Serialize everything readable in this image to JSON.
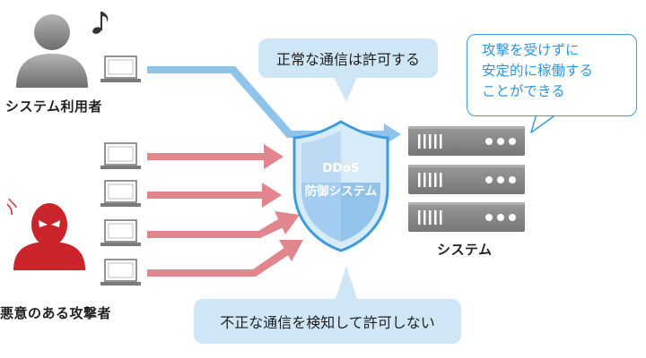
{
  "labels": {
    "system_user": "システム利用者",
    "attacker": "悪意のある攻撃者",
    "system": "システム"
  },
  "shield": {
    "line1": "DDoS",
    "line2": "防御システム"
  },
  "callouts": {
    "allow_normal": "正常な通信は許可する",
    "block_invalid": "不正な通信を検知して許可しない"
  },
  "speech": {
    "line1": "攻撃を受けずに",
    "line2": "安定的に稼働する",
    "line3": "ことができる"
  },
  "colors": {
    "normal_traffic": "#8ec3ec",
    "attack_traffic": "#e1868d",
    "shield_light": "#d8ebf8",
    "shield_mid": "#9fcaee",
    "shield_border": "#3d9be0",
    "callout_bg": "#cfe6f7",
    "user_icon": "#8a8a8a",
    "attacker_icon": "#c9252b",
    "server": "#8a8a8a"
  }
}
